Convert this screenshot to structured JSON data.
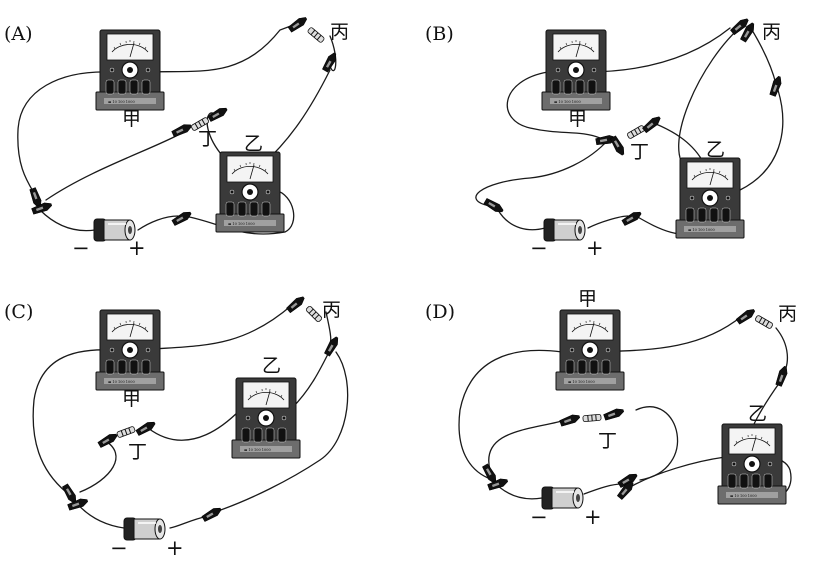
{
  "figure": {
    "panels": [
      {
        "id": "A",
        "label": "(A)"
      },
      {
        "id": "B",
        "label": "(B)"
      },
      {
        "id": "C",
        "label": "(C)"
      },
      {
        "id": "D",
        "label": "(D)"
      }
    ],
    "component_labels": {
      "meter_1": "甲",
      "meter_2": "乙",
      "resistor_1": "丙",
      "resistor_2": "丁"
    },
    "battery_signs": {
      "negative": "−",
      "positive": "+"
    }
  }
}
